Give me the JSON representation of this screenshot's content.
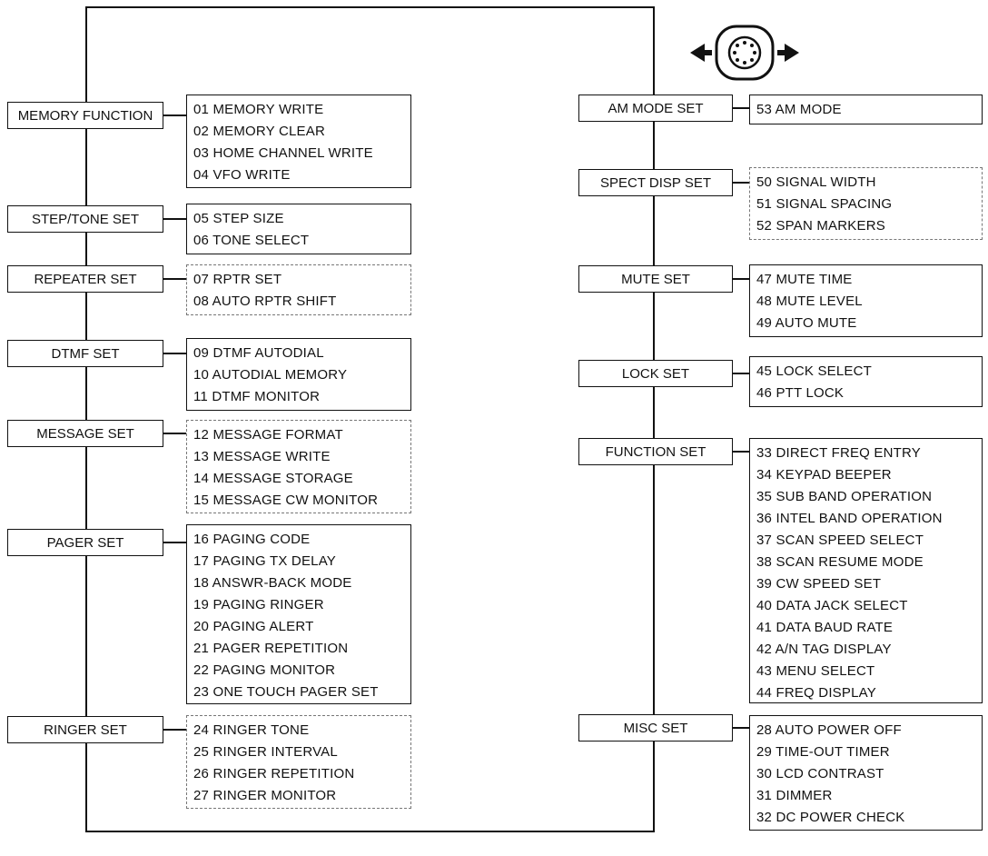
{
  "left_groups": [
    {
      "title": "MEMORY FUNCTION",
      "items": [
        "01 MEMORY WRITE",
        "02 MEMORY CLEAR",
        "03 HOME CHANNEL WRITE",
        "04 VFO WRITE"
      ]
    },
    {
      "title": "STEP/TONE SET",
      "items": [
        "05 STEP SIZE",
        "06 TONE SELECT"
      ]
    },
    {
      "title": "REPEATER SET",
      "items": [
        "07 RPTR SET",
        "08 AUTO RPTR SHIFT"
      ]
    },
    {
      "title": "DTMF SET",
      "items": [
        "09 DTMF AUTODIAL",
        "10 AUTODIAL MEMORY",
        "11 DTMF MONITOR"
      ]
    },
    {
      "title": "MESSAGE SET",
      "items": [
        "12 MESSAGE FORMAT",
        "13 MESSAGE WRITE",
        "14 MESSAGE STORAGE",
        "15 MESSAGE CW MONITOR"
      ]
    },
    {
      "title": "PAGER SET",
      "items": [
        "16 PAGING CODE",
        "17 PAGING TX DELAY",
        "18 ANSWR-BACK MODE",
        "19 PAGING RINGER",
        "20 PAGING ALERT",
        "21 PAGER REPETITION",
        "22 PAGING MONITOR",
        "23 ONE TOUCH PAGER SET"
      ]
    },
    {
      "title": "RINGER SET",
      "items": [
        "24 RINGER TONE",
        "25 RINGER INTERVAL",
        "26 RINGER REPETITION",
        "27 RINGER MONITOR"
      ]
    }
  ],
  "right_groups": [
    {
      "title": "AM MODE SET",
      "items": [
        "53 AM MODE"
      ]
    },
    {
      "title": "SPECT DISP SET",
      "items": [
        "50 SIGNAL WIDTH",
        "51 SIGNAL SPACING",
        "52 SPAN MARKERS"
      ]
    },
    {
      "title": "MUTE SET",
      "items": [
        "47 MUTE TIME",
        "48 MUTE LEVEL",
        "49 AUTO MUTE"
      ]
    },
    {
      "title": "LOCK SET",
      "items": [
        "45 LOCK SELECT",
        "46 PTT LOCK"
      ]
    },
    {
      "title": "FUNCTION SET",
      "items": [
        "33 DIRECT FREQ ENTRY",
        "34 KEYPAD BEEPER",
        "35 SUB BAND OPERATION",
        "36 INTEL BAND OPERATION",
        "37 SCAN SPEED SELECT",
        "38 SCAN RESUME MODE",
        "39 CW SPEED SET",
        "40 DATA JACK SELECT",
        "41 DATA BAUD RATE",
        "42 A/N TAG DISPLAY",
        "43 MENU SELECT",
        "44 FREQ DISPLAY"
      ]
    },
    {
      "title": "MISC SET",
      "items": [
        "28 AUTO POWER OFF",
        "29 TIME-OUT TIMER",
        "30 LCD CONTRAST",
        "31 DIMMER",
        "32 DC POWER CHECK"
      ]
    }
  ],
  "nav_icon": "left-right-joystick-icon"
}
